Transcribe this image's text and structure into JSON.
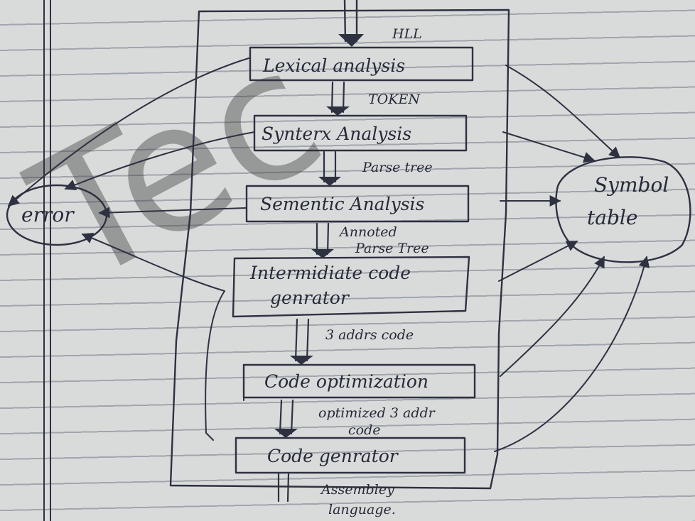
{
  "diagram": {
    "watermark": "Tec",
    "input_label": "HLL",
    "phases": [
      {
        "id": "lexical",
        "label": "Lexical analysis"
      },
      {
        "id": "syntax",
        "label": "Synterx Analysis"
      },
      {
        "id": "semantic",
        "label": "Sementic Analysis"
      },
      {
        "id": "icg",
        "label_line1": "Intermidiate code",
        "label_line2": "genrator"
      },
      {
        "id": "optimization",
        "label": "Code optimization"
      },
      {
        "id": "codegen",
        "label": "Code genrator"
      }
    ],
    "flow_labels": {
      "after_lexical": "TOKEN",
      "after_syntax": "Parse tree",
      "after_semantic_line1": "Annoted",
      "after_semantic_line2": "Parse Tree",
      "after_icg": "3 addrs code",
      "after_optimization_line1": "optimized 3 addr",
      "after_optimization_line2": "code",
      "output_line1": "Assembley",
      "output_line2": "language."
    },
    "error_handler": {
      "label": "error"
    },
    "symbol_table": {
      "label_line1": "Symbol",
      "label_line2": "table"
    }
  }
}
